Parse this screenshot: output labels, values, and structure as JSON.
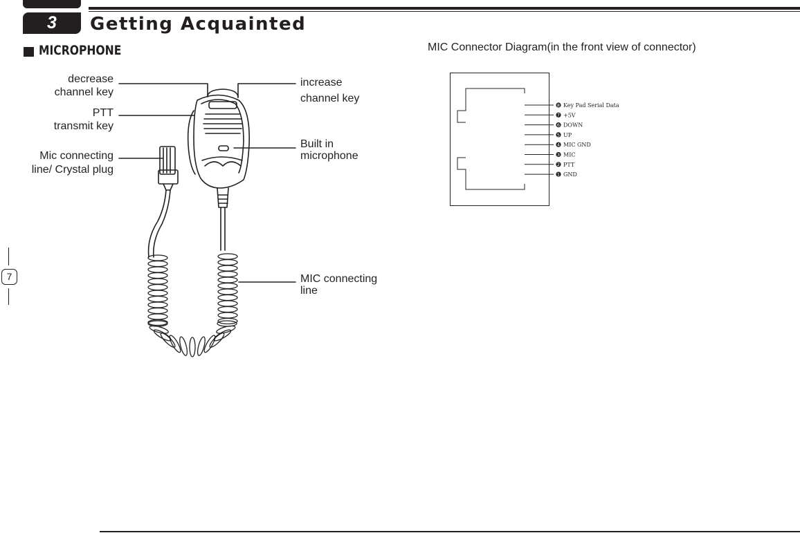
{
  "header": {
    "chapter_number": "3",
    "chapter_title": "Getting  Acquainted",
    "section_title": "MICROPHONE"
  },
  "microphone": {
    "decrease_label_1": "decrease",
    "decrease_label_2": "channel key",
    "ptt_label_1": "PTT",
    "ptt_label_2": "transmit key",
    "plug_label_1": "Mic connecting",
    "plug_label_2": "line/ Crystal plug",
    "increase_label_1": "increase",
    "increase_label_2": "channel key",
    "builtin_label_1": "Built in",
    "builtin_label_2": "microphone",
    "line_label_1": "MIC connecting",
    "line_label_2": "line"
  },
  "connector": {
    "title": "MIC Connector Diagram(in the front view of connector)",
    "pins": [
      {
        "num": "8",
        "label": "Key Pad Serial Data"
      },
      {
        "num": "7",
        "label": "+5V"
      },
      {
        "num": "6",
        "label": "DOWN"
      },
      {
        "num": "5",
        "label": "UP"
      },
      {
        "num": "4",
        "label": "MIC GND"
      },
      {
        "num": "3",
        "label": "MIC"
      },
      {
        "num": "2",
        "label": "PTT"
      },
      {
        "num": "1",
        "label": "GND"
      }
    ]
  },
  "page": {
    "number": "7"
  }
}
